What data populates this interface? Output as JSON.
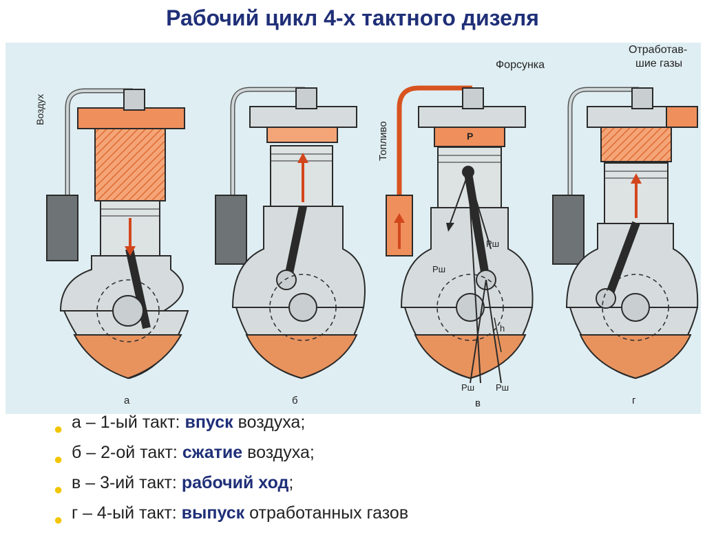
{
  "title": "Рабочий цикл 4-х тактного дизеля",
  "labels": {
    "air": "Воздух",
    "fuel": "Топливо",
    "injector": "Форсунка",
    "exhaust_line1": "Отработав-",
    "exhaust_line2": "шие газы",
    "p": "P",
    "psh": "Рш",
    "h": "h"
  },
  "strokes": [
    {
      "letter": "а",
      "prefix": "а – 1-ый такт:",
      "bold": "впуск",
      "suffix": "воздуха;"
    },
    {
      "letter": "б",
      "prefix": "б – 2-ой такт:",
      "bold": "сжатие",
      "suffix": "воздуха;"
    },
    {
      "letter": "в",
      "prefix": "в – 3-ий такт:",
      "bold": "рабочий ход",
      "suffix": ";"
    },
    {
      "letter": "г",
      "prefix": "г – 4-ый такт:",
      "bold": "выпуск",
      "suffix": "отработанных газов"
    }
  ],
  "colors": {
    "title": "#1f2f78",
    "charge": "#ef8f5c",
    "oil": "#e8935e",
    "metal": "#d6dcdd",
    "outline": "#2a2a2a",
    "bullet": "#f2c500"
  }
}
